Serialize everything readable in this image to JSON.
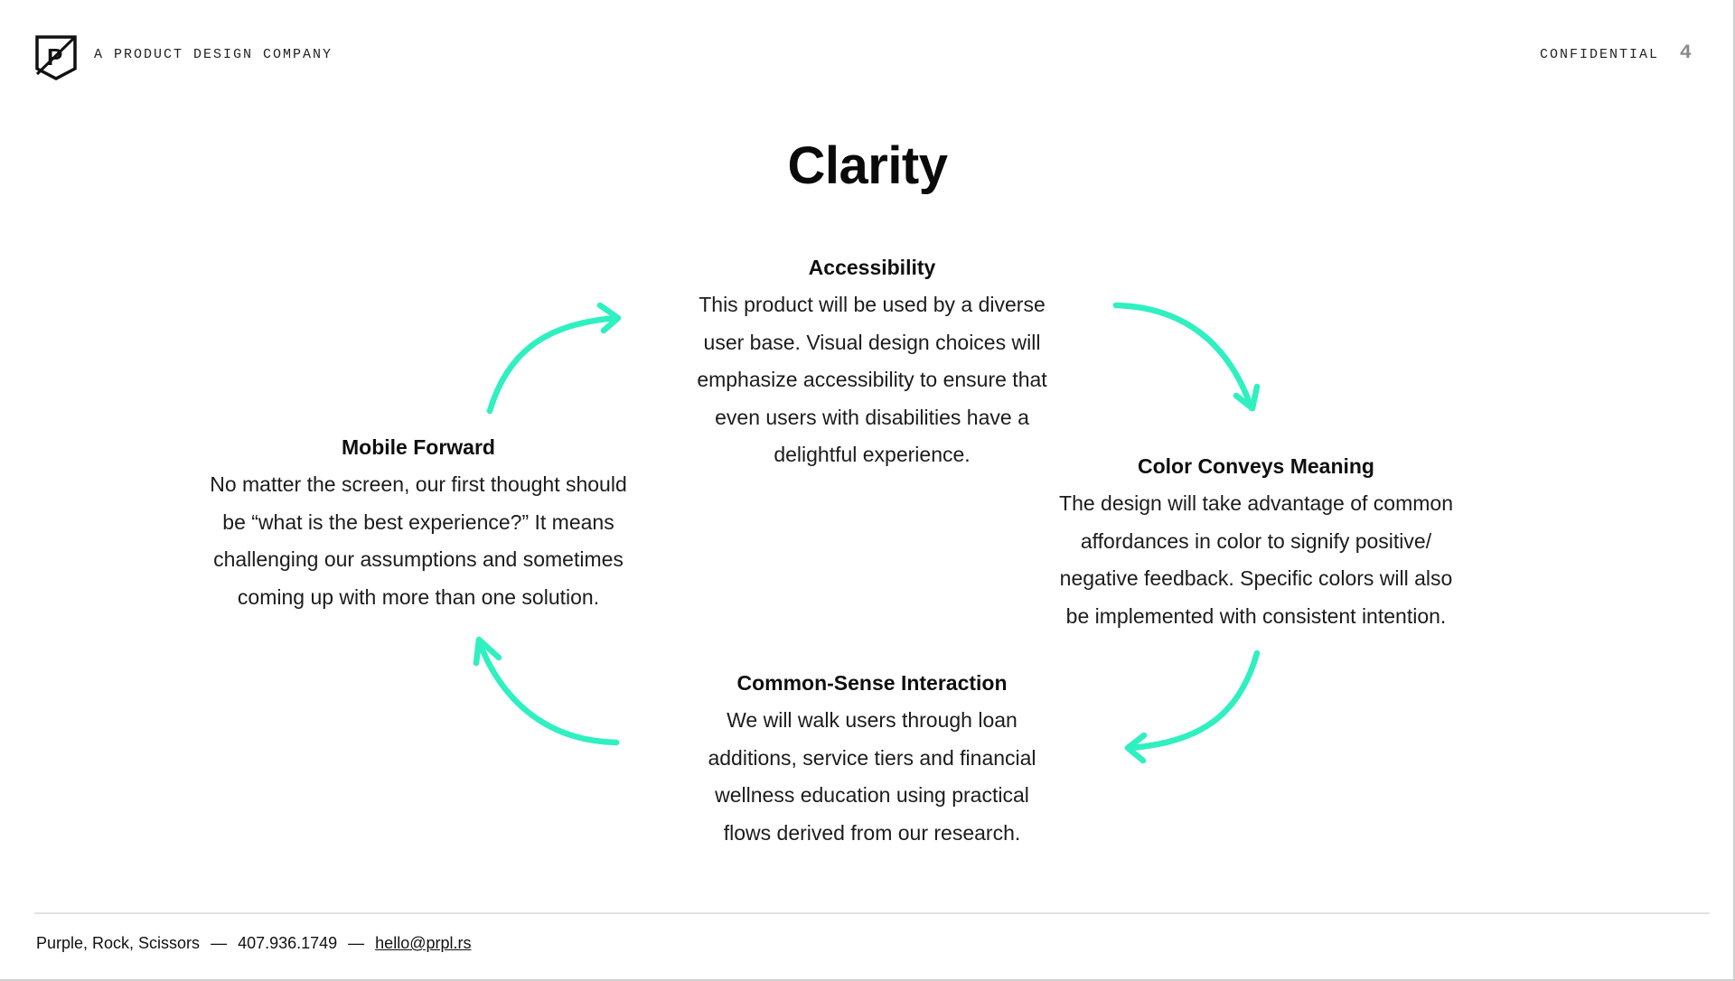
{
  "header": {
    "tagline": "A PRODUCT DESIGN COMPANY",
    "confidential": "CONFIDENTIAL",
    "page_number": "4",
    "logo_letter": "P"
  },
  "title": "Clarity",
  "accent_color": "#2ef0c0",
  "principles": {
    "accessibility": {
      "heading": "Accessibility",
      "lines": [
        "This product will be used by a diverse",
        "user base. Visual design choices will",
        "emphasize accessibility to ensure that",
        "even users with disabilities have a",
        "delightful experience."
      ]
    },
    "mobile": {
      "heading": "Mobile Forward",
      "lines": [
        "No matter the screen, our first thought should",
        "be “what is the best experience?” It means",
        "challenging our assumptions and sometimes",
        "coming up with more than one solution."
      ]
    },
    "color": {
      "heading": "Color Conveys Meaning",
      "lines": [
        "The design will take advantage of common",
        "affordances in color to signify positive/",
        "negative feedback. Specific colors will also",
        "be implemented with consistent intention."
      ]
    },
    "common": {
      "heading": "Common-Sense Interaction",
      "lines": [
        "We will walk users through loan",
        "additions, service tiers and financial",
        "wellness education using practical",
        "flows derived from our research."
      ]
    }
  },
  "footer": {
    "company": "Purple, Rock, Scissors",
    "separator": "—",
    "phone": "407.936.1749",
    "email": "hello@prpl.rs"
  }
}
